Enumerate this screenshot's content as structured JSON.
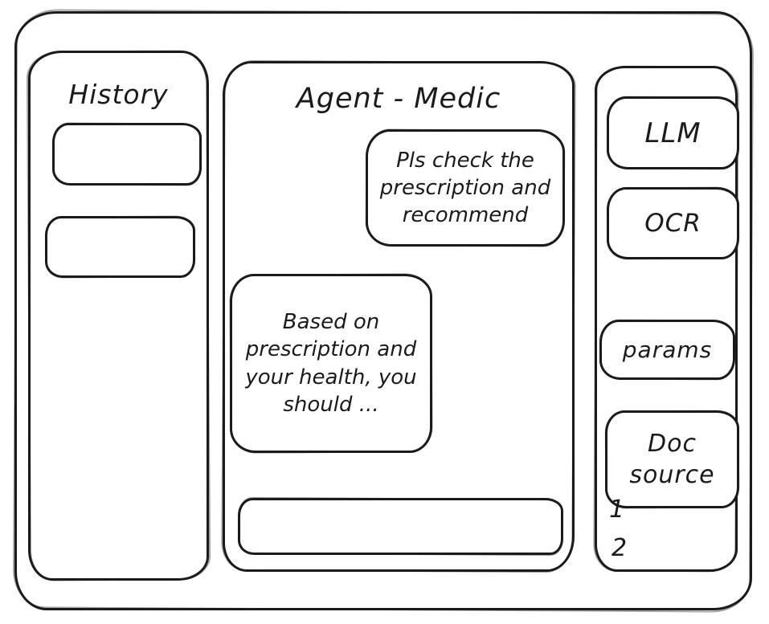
{
  "colors": {
    "ink": "#1b1b1b",
    "background": "#ffffff"
  },
  "history": {
    "title": "History",
    "items": [
      {
        "label": ""
      },
      {
        "label": ""
      }
    ]
  },
  "chat": {
    "title": "Agent - Medic",
    "messages": [
      {
        "role": "user",
        "text": "Pls check the prescription and recommend"
      },
      {
        "role": "assistant",
        "text": "Based on prescription and your health, you should ..."
      }
    ],
    "input": {
      "value": "",
      "placeholder": ""
    }
  },
  "tools": {
    "buttons": [
      {
        "label": "LLM"
      },
      {
        "label": "OCR"
      },
      {
        "label": "params"
      },
      {
        "label": "Doc source"
      }
    ],
    "doc_list": [
      "1",
      "2"
    ]
  }
}
